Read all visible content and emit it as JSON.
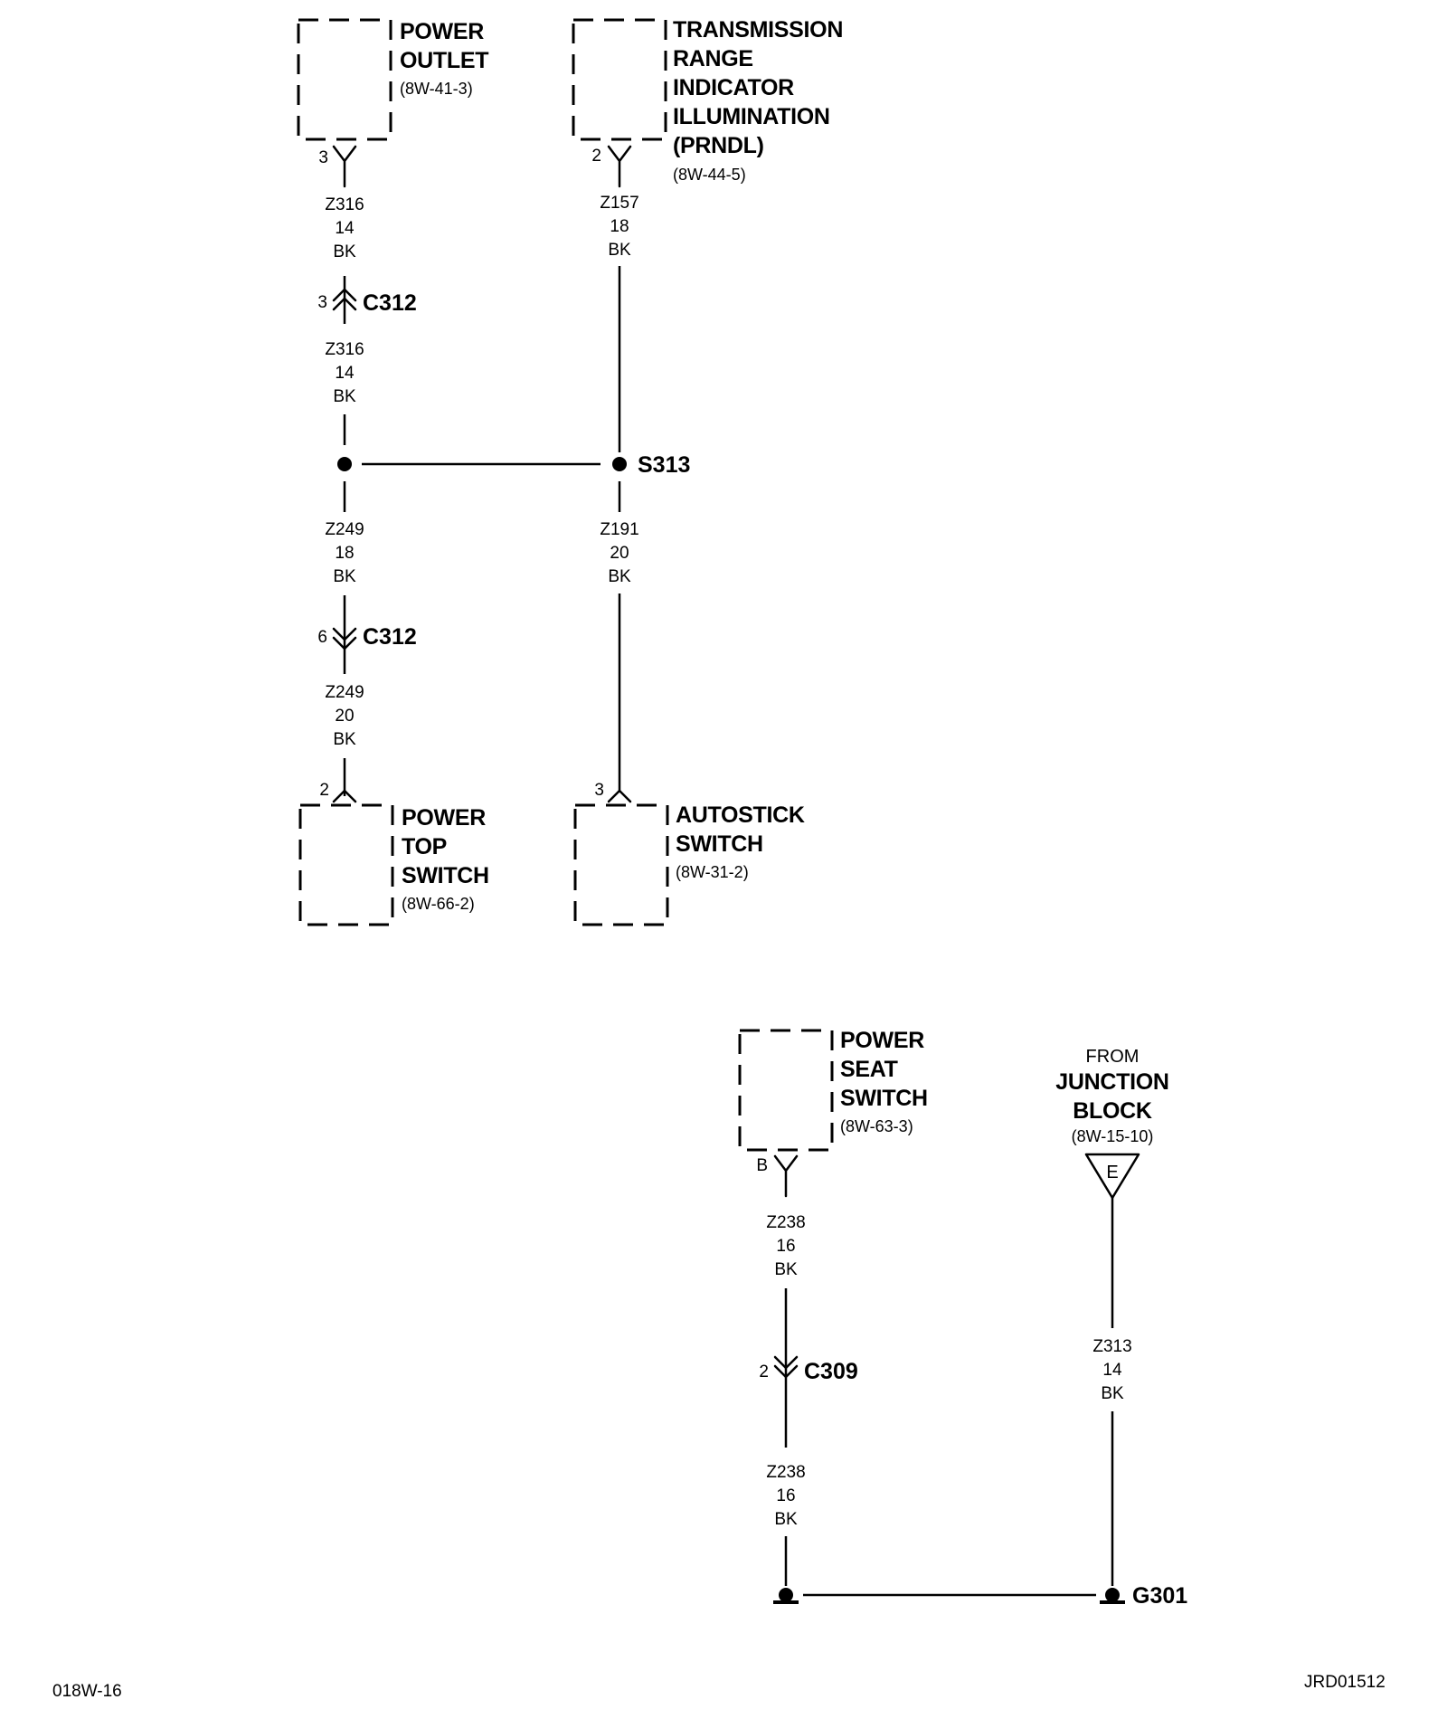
{
  "components": {
    "power_outlet": {
      "name_lines": [
        "POWER",
        "OUTLET"
      ],
      "ref": "(8W-41-3)",
      "pin": "3"
    },
    "prndl": {
      "name_lines": [
        "TRANSMISSION",
        "RANGE",
        "INDICATOR",
        "ILLUMINATION",
        "(PRNDL)"
      ],
      "ref": "(8W-44-5)",
      "pin": "2"
    },
    "power_top_switch": {
      "name_lines": [
        "POWER",
        "TOP",
        "SWITCH"
      ],
      "ref": "(8W-66-2)",
      "pin": "2"
    },
    "autostick_switch": {
      "name_lines": [
        "AUTOSTICK",
        "SWITCH"
      ],
      "ref": "(8W-31-2)",
      "pin": "3"
    },
    "power_seat_switch": {
      "name_lines": [
        "POWER",
        "SEAT",
        "SWITCH"
      ],
      "ref": "(8W-63-3)",
      "pin": "B"
    }
  },
  "junction_block": {
    "from": "FROM",
    "name_lines": [
      "JUNCTION",
      "BLOCK"
    ],
    "ref": "(8W-15-10)",
    "pin": "E"
  },
  "wires": {
    "z316_a": [
      "Z316",
      "14",
      "BK"
    ],
    "z316_b": [
      "Z316",
      "14",
      "BK"
    ],
    "z157": [
      "Z157",
      "18",
      "BK"
    ],
    "z249_a": [
      "Z249",
      "18",
      "BK"
    ],
    "z249_b": [
      "Z249",
      "20",
      "BK"
    ],
    "z191": [
      "Z191",
      "20",
      "BK"
    ],
    "z238_a": [
      "Z238",
      "16",
      "BK"
    ],
    "z238_b": [
      "Z238",
      "16",
      "BK"
    ],
    "z313": [
      "Z313",
      "14",
      "BK"
    ]
  },
  "connectors": {
    "c312_top": {
      "name": "C312",
      "pin": "3"
    },
    "c312_bottom": {
      "name": "C312",
      "pin": "6"
    },
    "c309": {
      "name": "C309",
      "pin": "2"
    }
  },
  "splice": {
    "name": "S313"
  },
  "ground": {
    "name": "G301"
  },
  "footer": {
    "left": "018W-16",
    "right": "JRD01512"
  }
}
